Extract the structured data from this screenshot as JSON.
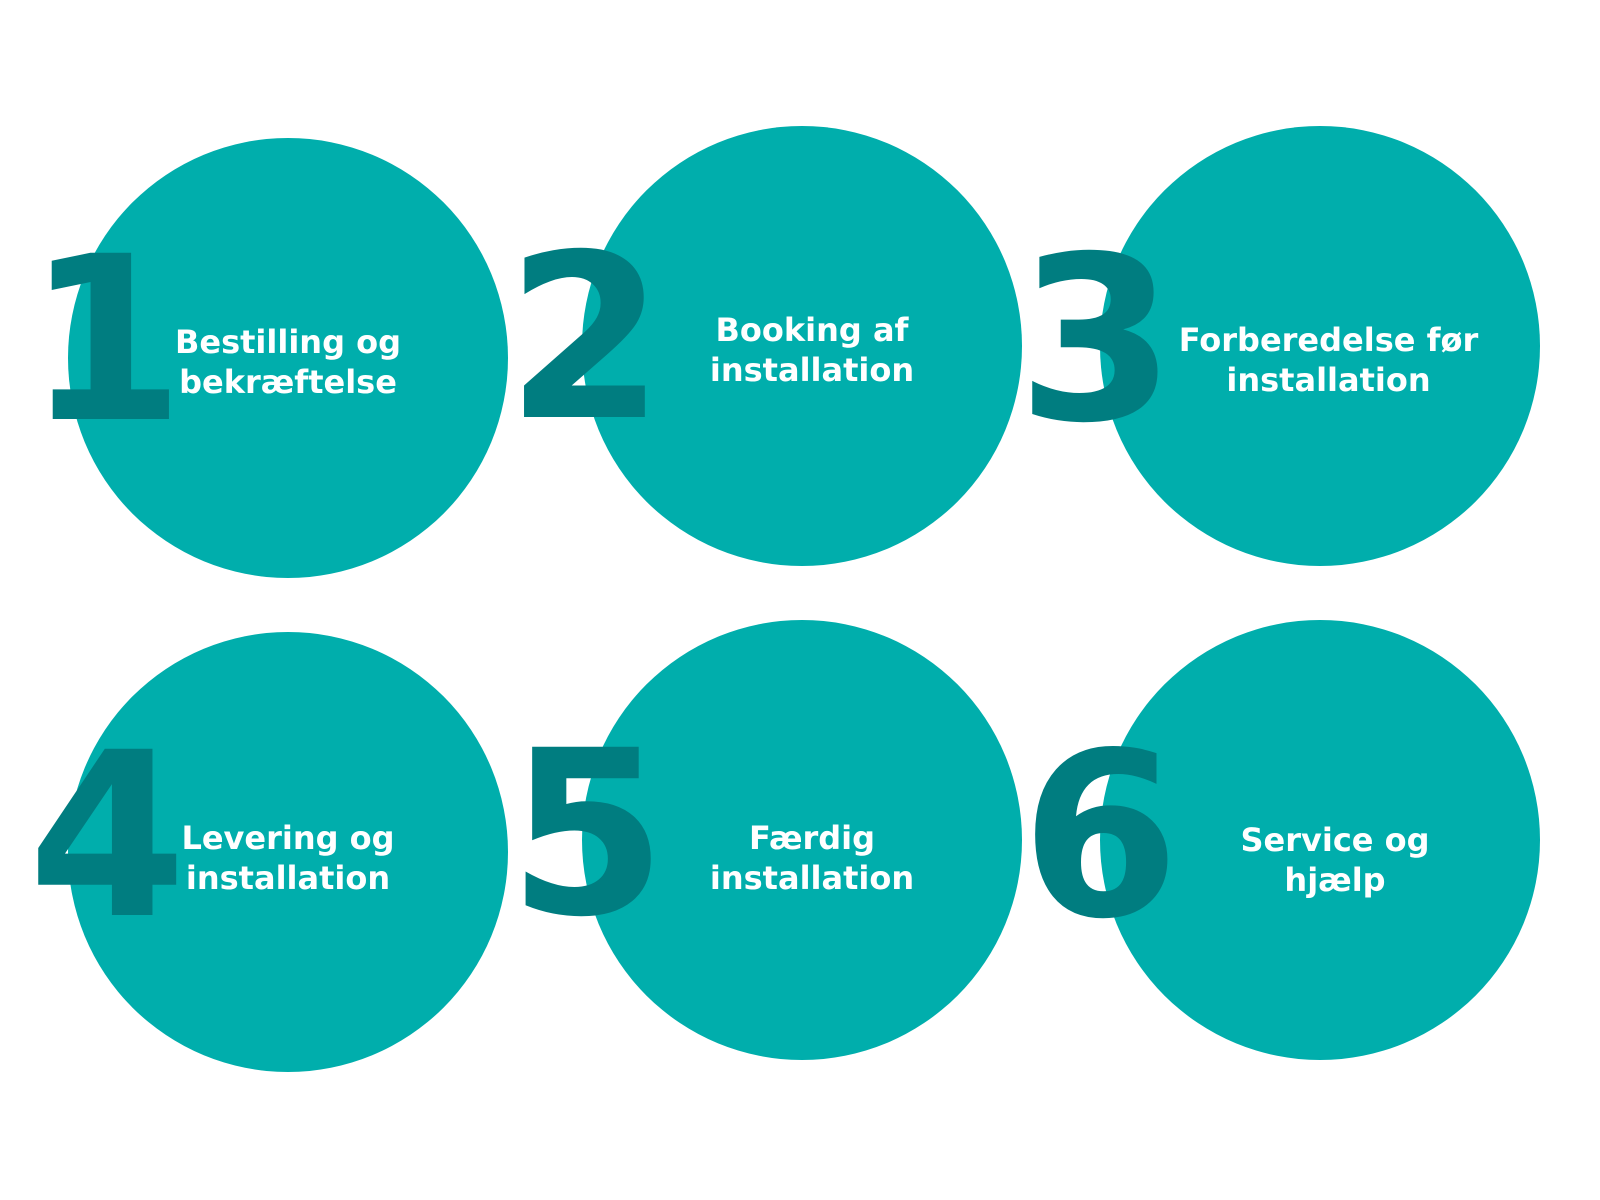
{
  "colors": {
    "circle": "#00aeac",
    "number": "#007d80",
    "label": "#ffffff",
    "background": "#ffffff"
  },
  "steps": [
    {
      "number": "1",
      "line1": "Bestilling og",
      "line2": "bekræftelse"
    },
    {
      "number": "2",
      "line1": "Booking af",
      "line2": "installation"
    },
    {
      "number": "3",
      "line1": "Forberedelse før",
      "line2": "installation"
    },
    {
      "number": "4",
      "line1": "Levering og",
      "line2": "installation"
    },
    {
      "number": "5",
      "line1": "Færdig",
      "line2": "installation"
    },
    {
      "number": "6",
      "line1": "Service og",
      "line2": "hjælp"
    }
  ]
}
